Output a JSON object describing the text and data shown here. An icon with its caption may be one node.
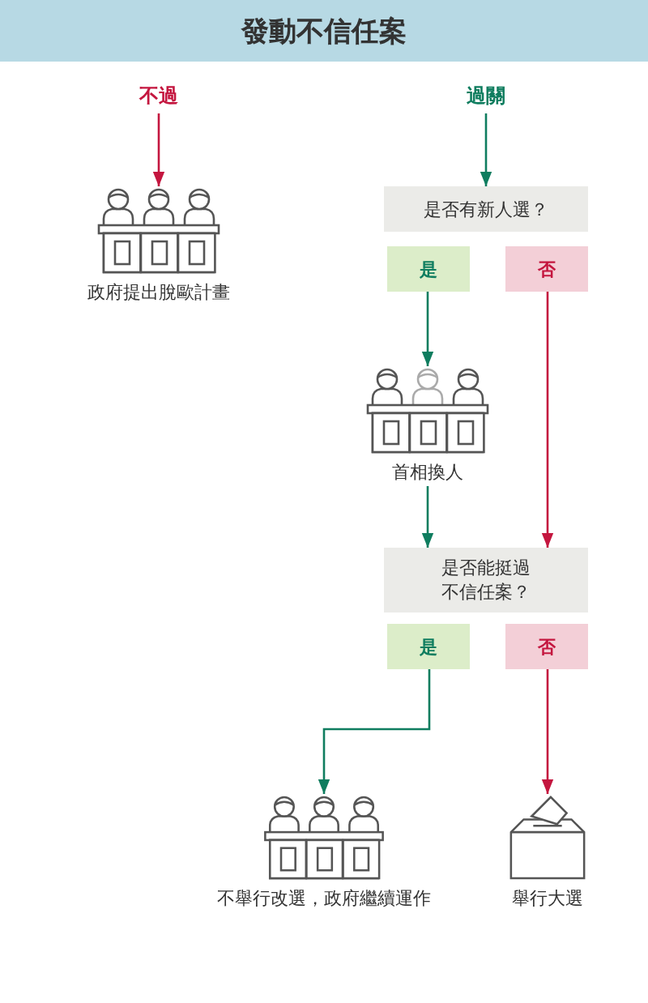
{
  "diagram": {
    "title": "發動不信任案",
    "nodes": [
      {
        "text": [
          "不過"
        ]
      },
      {
        "text": [
          "政府提出脫歐計畫"
        ]
      },
      {
        "text": [
          "過關"
        ]
      },
      {
        "text": [
          "是否有新人選？"
        ]
      },
      {
        "text": [
          "是"
        ]
      },
      {
        "text": [
          "否"
        ]
      },
      {
        "text": [
          "首相換人"
        ]
      },
      {
        "text": [
          "是否能挺過不信任案？"
        ]
      },
      {
        "text": [
          "是"
        ]
      },
      {
        "text": [
          "否"
        ]
      },
      {
        "text": [
          "不舉行改選，政府繼續運作"
        ]
      },
      {
        "text": [
          "舉行大選"
        ]
      }
    ],
    "edges": [
      {
        "from": 0,
        "to": 1,
        "arrow": "to",
        "color": "#c4163f"
      },
      {
        "from": 2,
        "to": 3,
        "arrow": "to"
      },
      {
        "from": 4,
        "to": 6,
        "arrow": "to"
      },
      {
        "from": 5,
        "to": 7,
        "arrow": "to",
        "color": "#c4163f"
      },
      {
        "from": 6,
        "to": 7,
        "arrow": "to"
      },
      {
        "from": 8,
        "to": 10,
        "arrow": "to"
      },
      {
        "from": 9,
        "to": 11,
        "arrow": "to",
        "color": "#c4163f"
      }
    ]
  }
}
